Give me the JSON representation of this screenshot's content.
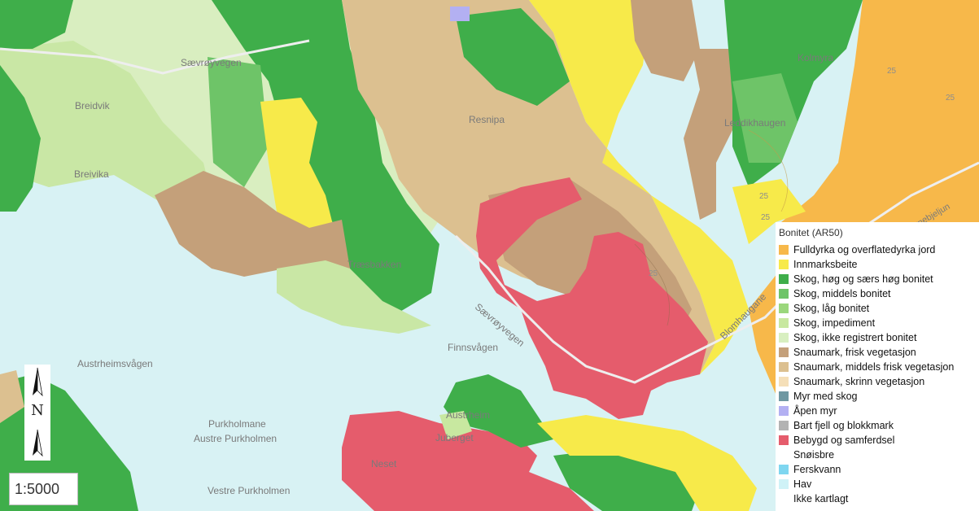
{
  "map": {
    "place_labels": [
      "Sævrøyvegen",
      "Breidvik",
      "Breivika",
      "Resnipa",
      "Kolmyra",
      "Leddikhaugen",
      "Træsbakken",
      "Sævrøyvegen",
      "Finnsvågen",
      "Blomhaugane",
      "Austrheimsvågen",
      "Purkholmane",
      "Austre Purkholmen",
      "Austrheim",
      "Juberget",
      "Neset",
      "Vestre Purkholmen",
      "Bjørnebjeljun"
    ],
    "contour_labels": [
      "25",
      "25",
      "25",
      "25",
      "25"
    ]
  },
  "legend": {
    "title": "Bonitet (AR50)",
    "items": [
      {
        "label": "Fulldyrka og overflatedyrka jord",
        "color": "#f7b84a"
      },
      {
        "label": "Innmarksbeite",
        "color": "#f7ea4a"
      },
      {
        "label": "Skog, høg og særs høg bonitet",
        "color": "#3fae4a"
      },
      {
        "label": "Skog, middels bonitet",
        "color": "#6ec468"
      },
      {
        "label": "Skog, låg bonitet",
        "color": "#9bd77c"
      },
      {
        "label": "Skog, impediment",
        "color": "#c8e8a0"
      },
      {
        "label": "Skog, ikke registrert bonitet",
        "color": "#d8efc0"
      },
      {
        "label": "Snaumark, frisk vegetasjon",
        "color": "#c4a07a"
      },
      {
        "label": "Snaumark, middels frisk vegetasjon",
        "color": "#dcc090"
      },
      {
        "label": "Snaumark, skrinn vegetasjon",
        "color": "#f5dfb8"
      },
      {
        "label": "Myr med skog",
        "color": "#6f98a2"
      },
      {
        "label": "Åpen myr",
        "color": "#b3b0f2"
      },
      {
        "label": "Bart fjell og blokkmark",
        "color": "#b3b3b3"
      },
      {
        "label": "Bebygd og samferdsel",
        "color": "#e55c6c"
      },
      {
        "label": "Snøisbre",
        "color": "#ffffff"
      },
      {
        "label": "Ferskvann",
        "color": "#7fd6f0"
      },
      {
        "label": "Hav",
        "color": "#cff2f7"
      },
      {
        "label": "Ikke kartlagt",
        "color": "#ffffff"
      }
    ]
  },
  "scale": {
    "label": "1:5000"
  },
  "north_arrow": {
    "letter": "N"
  }
}
